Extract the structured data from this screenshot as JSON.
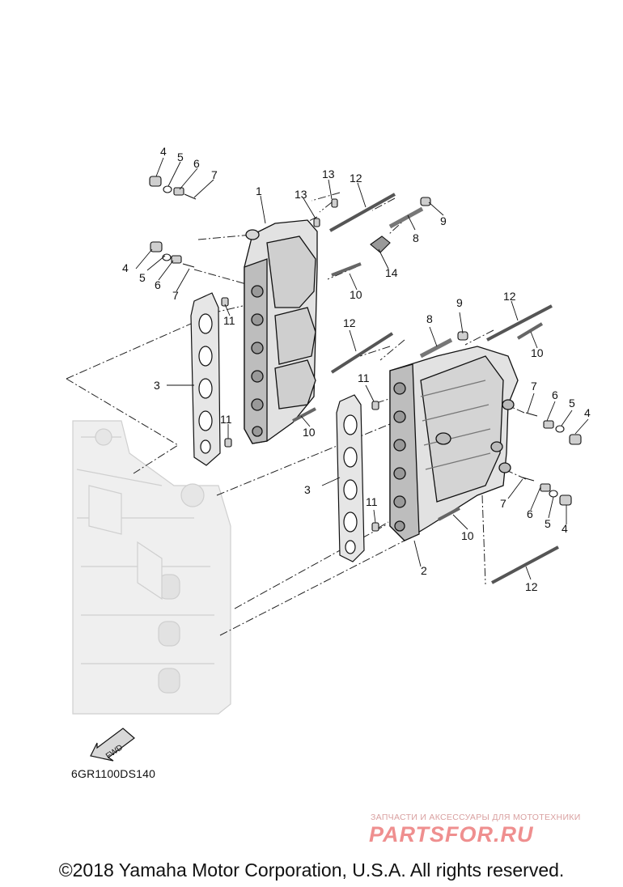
{
  "diagram": {
    "callouts": [
      "1",
      "2",
      "3",
      "3",
      "4",
      "4",
      "4",
      "4",
      "5",
      "5",
      "5",
      "5",
      "6",
      "6",
      "6",
      "6",
      "7",
      "7",
      "7",
      "7",
      "8",
      "8",
      "9",
      "9",
      "10",
      "10",
      "10",
      "10",
      "11",
      "11",
      "11",
      "11",
      "12",
      "12",
      "12",
      "12",
      "13",
      "13",
      "14"
    ],
    "fwd_label": "FWD",
    "drawing_code": "6GR1100DS140"
  },
  "watermark": {
    "tagline": "ЗАПЧАСТИ И АКСЕССУАРЫ ДЛЯ МОТОТЕХНИКИ",
    "logo": "PARTSFOR.RU"
  },
  "footer": {
    "copyright": "©2018 Yamaha Motor Corporation, U.S.A. All rights reserved."
  },
  "colors": {
    "line": "#111111",
    "engine_ghost": "#d4d4d4",
    "part_fill": "#e2e2e2",
    "part_shade": "#bdbdbd",
    "watermark": "#ef8f8f"
  }
}
